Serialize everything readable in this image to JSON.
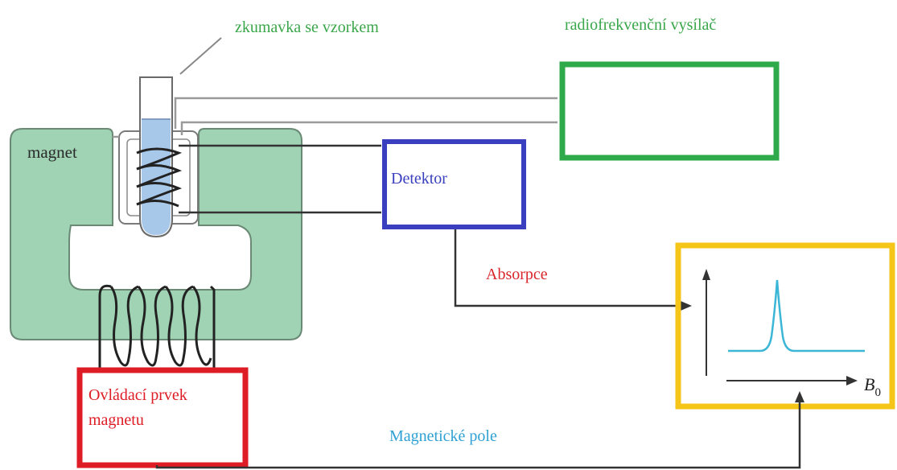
{
  "labels": {
    "sample_tube": "zkumavka se vzorkem",
    "rf_transmitter": "radiofrekvenční vysílač",
    "magnet": "magnet",
    "detector": "Detektor",
    "absorption": "Absorpce",
    "magnet_control_line1": "Ovládací prvek",
    "magnet_control_line2": "magnetu",
    "magnetic_field": "Magnetické pole",
    "b0_symbol": "B",
    "b0_subscript": "0"
  },
  "colors": {
    "magnet_fill": "#9fd3b4",
    "magnet_stroke": "#6a8a76",
    "green_label": "#3aa64a",
    "rf_box": "#2eaa4a",
    "detector": "#3a3fbf",
    "absorption_text": "#d9252b",
    "control_box": "#dd1c25",
    "field_text": "#2fa0d3",
    "spectrum_box": "#f5c518",
    "spectrum_curve": "#3cb6d6",
    "tube_liquid": "#a8c8ea",
    "wire_dark": "#333333",
    "wire_gray": "#9a9a9a"
  }
}
